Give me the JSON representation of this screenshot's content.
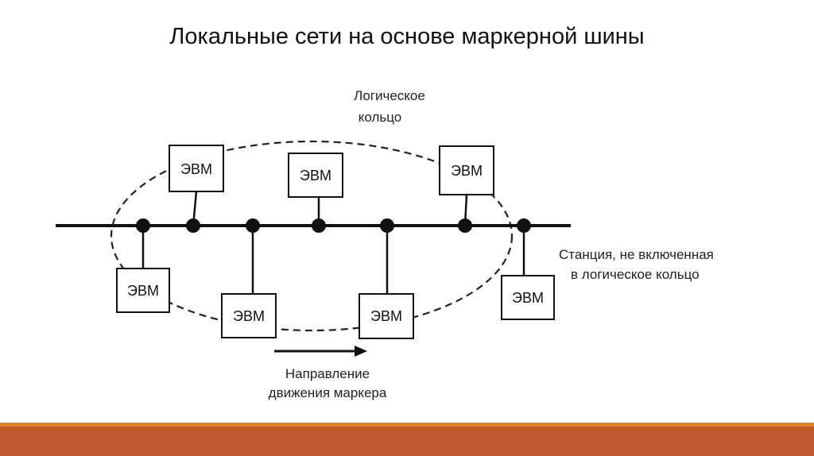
{
  "slide": {
    "title": "Локальные сети на основе маркерной шины"
  },
  "diagram": {
    "node_label": "ЭВМ",
    "logical_ring_label": [
      "Логическое",
      "кольцо"
    ],
    "excluded_station_label": [
      "Станция, не включенная",
      "в логическое кольцо"
    ],
    "token_direction_label": [
      "Направление",
      "движения маркера"
    ]
  },
  "colors": {
    "accent_line": "#E8811C",
    "footer_bar": "#BF5A2E"
  }
}
